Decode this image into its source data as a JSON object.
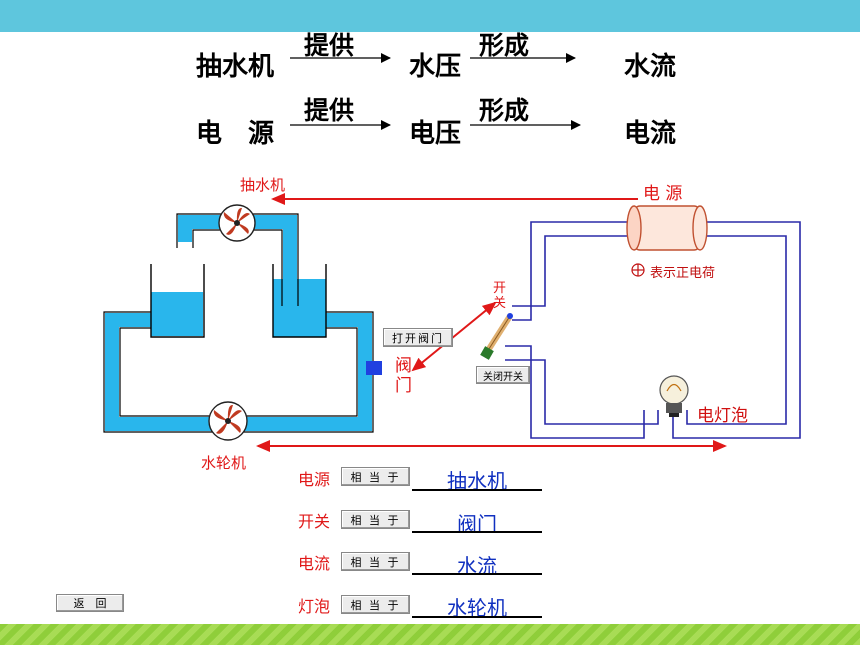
{
  "analogy": {
    "row1": {
      "source": "抽水机",
      "verb1": "提供",
      "middle": "水压",
      "verb2": "形成",
      "result": "水流"
    },
    "row2": {
      "source": "电　源",
      "verb1": "提供",
      "middle": "电压",
      "verb2": "形成",
      "result": "电流"
    }
  },
  "labels": {
    "pump": "抽水机",
    "power": "电 源",
    "turbine": "水轮机",
    "switch_top": "开",
    "switch_bottom": "关",
    "valve_top": "阀",
    "valve_bottom": "门",
    "bulb": "电灯泡",
    "legend": "表示正电荷"
  },
  "buttons": {
    "open_valve": "打开阀门",
    "close_switch": "关闭开关",
    "back": "返　回",
    "equivalent": "相 当 于"
  },
  "equivalences": [
    {
      "term": "电源",
      "answer": "抽水机"
    },
    {
      "term": "开关",
      "answer": "阀门"
    },
    {
      "term": "电流",
      "answer": "水流"
    },
    {
      "term": "灯泡",
      "answer": "水轮机"
    }
  ],
  "colors": {
    "water": "#29b6ec",
    "wire": "#2a2aa8",
    "arrow": "#e01818",
    "header": "#5ec6dd"
  }
}
